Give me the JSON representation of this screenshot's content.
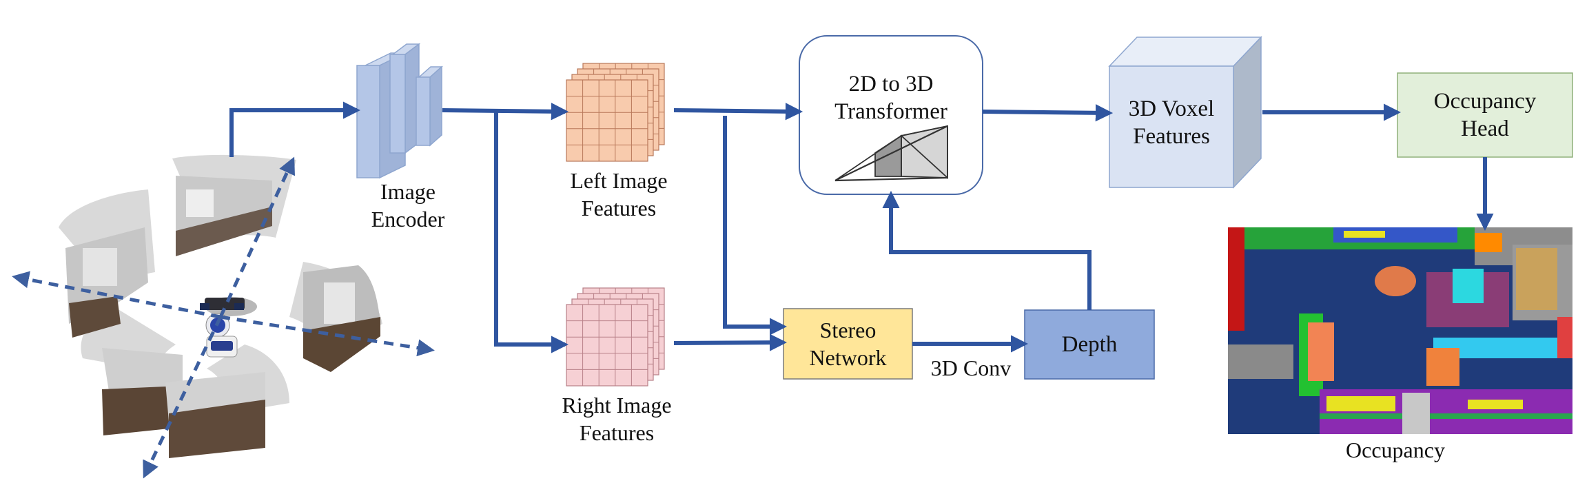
{
  "diagram": {
    "encoder": {
      "line1": "Image",
      "line2": "Encoder"
    },
    "left_features": {
      "line1": "Left Image",
      "line2": "Features"
    },
    "right_features": {
      "line1": "Right Image",
      "line2": "Features"
    },
    "transformer": {
      "line1": "2D to 3D",
      "line2": "Transformer"
    },
    "voxel": {
      "line1": "3D Voxel",
      "line2": "Features"
    },
    "occupancy_head": {
      "line1": "Occupancy",
      "line2": "Head"
    },
    "stereo": {
      "line1": "Stereo",
      "line2": "Network"
    },
    "conv_label": "3D Conv",
    "depth": "Depth",
    "occupancy_output": "Occupancy"
  },
  "colors": {
    "arrow": "#2f55a0",
    "encoder": "#b4c6e7",
    "left_grid": "#f8cbad",
    "right_grid": "#f6d0d4",
    "voxel_front": "#dae3f3",
    "voxel_side": "#adb9ca",
    "head": "#e2efda",
    "stereo": "#ffe699",
    "depth": "#8faadc"
  }
}
